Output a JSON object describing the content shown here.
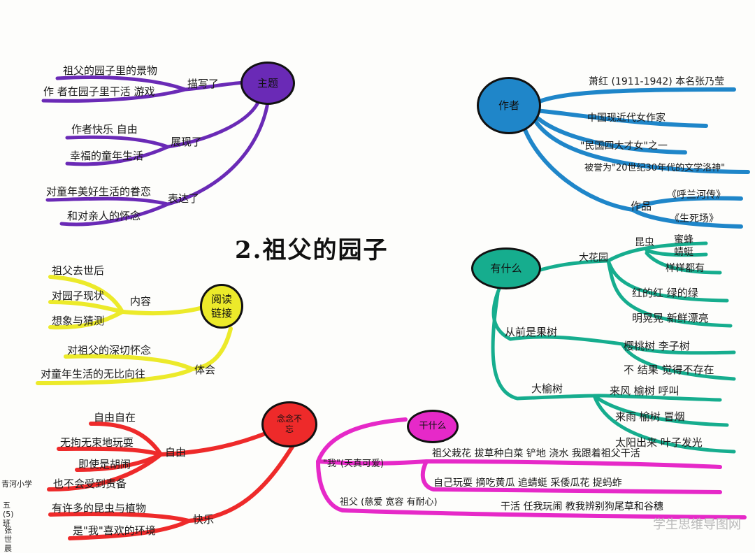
{
  "title": "2.祖父的园子",
  "watermark": "学生思维导图网",
  "student": {
    "school": "青河小学",
    "class": "五(5)班",
    "name": "张世晨"
  },
  "hubs": {
    "theme": "主题",
    "author": "作者",
    "reading": "阅读链接",
    "whats": "有什么",
    "memory": "念念不忘",
    "doing": "干什么"
  },
  "theme": {
    "l1": "祖父的园子里的景物",
    "l2": "作 者在园子里干活 游戏",
    "v1": "描写了",
    "l3": "作者快乐 自由",
    "l4": "幸福的童年生活",
    "v2": "展现了",
    "l5": "对童年美好生活的眷恋",
    "l6": "和对亲人的怀念",
    "v3": "表达了"
  },
  "author": {
    "a1": "萧红 (1911-1942) 本名张乃莹",
    "a2": "中国现近代女作家",
    "a3": "\"民国四大才女\"之一",
    "a4": "被誉为\"20世纪30年代的文学洛神\"",
    "works_label": "作品",
    "w1": "《呼兰河传》",
    "w2": "《生死场》"
  },
  "whats": {
    "garden": "大花园",
    "insects": "昆虫",
    "i1": "蜜蜂",
    "i2": "蜻蜓",
    "i3": "样样都有",
    "c1": "红的红 绿的绿",
    "c2": "明晃晃 新鲜漂亮",
    "fruit": "从前是果树",
    "f1": "樱桃树 李子树",
    "f2": "不 结果 觉得不存在",
    "elm": "大榆树",
    "e1": "来风 榆树 呼叫",
    "e2": "来雨 榆树 冒烟",
    "e3": "太阳出来 叶子发光"
  },
  "reading": {
    "content": "内容",
    "r1": "祖父去世后",
    "r2": "对园子现状",
    "r3": "想象与猜测",
    "feel": "体会",
    "r4": "对祖父的深切怀念",
    "r5": "对童年生活的无比向往"
  },
  "memory": {
    "free": "自由",
    "m1": "自由自在",
    "m2": "无拘无束地玩耍",
    "m3": "即使是胡闹",
    "m4": "也不会受到责备",
    "happy": "快乐",
    "m5": "有许多的昆虫与植物",
    "m6": "是\"我\"喜欢的环境"
  },
  "doing": {
    "me": "\"我\"(天真可爱)",
    "d1": "祖父栽花 拔草种白菜 铲地 浇水 我跟着祖父干活",
    "d2": "自己玩耍 摘吃黄瓜 追蜻蜓 采倭瓜花 捉蚂蚱",
    "grandpa": "祖父 (慈爱 宽容 有耐心)",
    "d3": "干活 任我玩闹 教我辨别狗尾草和谷穗"
  },
  "colors": {
    "theme": "#6a2ab6",
    "author": "#1f86c9",
    "reading": "#ecea2a",
    "whats": "#16ad8e",
    "memory": "#ee2a2a",
    "doing": "#e629c8"
  }
}
